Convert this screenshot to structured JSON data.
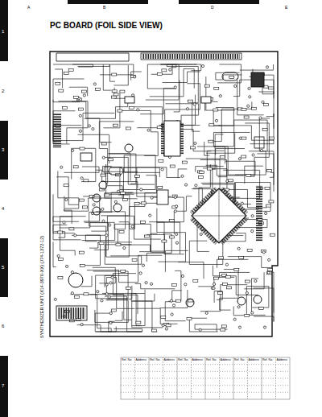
{
  "diagram": {
    "title": "PC BOARD (FOIL SIDE VIEW)",
    "labels": [
      "A",
      "B",
      "D",
      "E",
      "1",
      "2",
      "3",
      "4",
      "5",
      "6",
      "7",
      "SYNTHESIZER UNIT (X14-3970-XX) (J74-1372-12)",
      "Ref. No.",
      "Address",
      "Ref. No.",
      "Address",
      "Ref. No.",
      "Address",
      "Ref. No.",
      "Address",
      "Ref. No.",
      "Address",
      "Ref. No.",
      "Address"
    ]
  }
}
